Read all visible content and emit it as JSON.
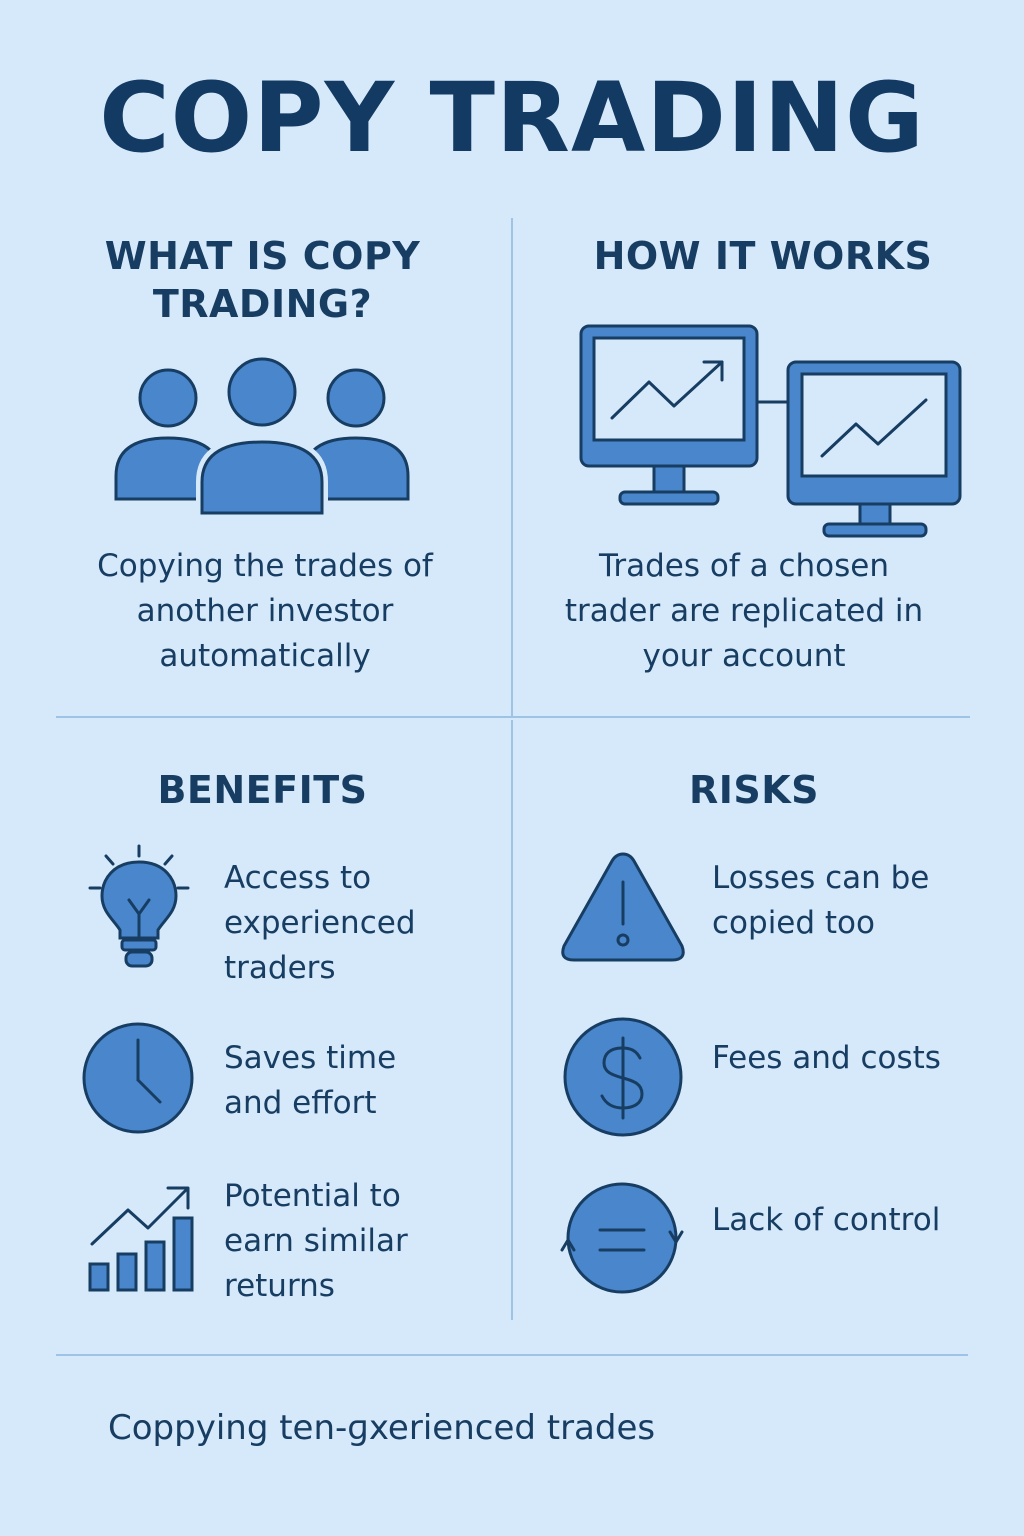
{
  "title": "COPY TRADING",
  "sections": {
    "what_is": {
      "heading": "WHAT IS COPY TRADING?",
      "description": "Copying the trades of another investor automatically",
      "icon": "people-group-icon"
    },
    "how_it_works": {
      "heading": "HOW IT WORKS",
      "description": "Trades of a chosen trader are replicated in your account",
      "icon": "monitors-copy-icon"
    },
    "benefits": {
      "heading": "BENEFITS",
      "items": [
        {
          "text": "Access to experienced traders",
          "icon": "lightbulb-icon"
        },
        {
          "text": "Saves time and effort",
          "icon": "clock-icon"
        },
        {
          "text": "Potential to earn similar returns",
          "icon": "growth-chart-icon"
        }
      ]
    },
    "risks": {
      "heading": "RISKS",
      "items": [
        {
          "text": "Losses can be copied too",
          "icon": "warning-icon"
        },
        {
          "text": "Fees and costs",
          "icon": "dollar-icon"
        },
        {
          "text": "Lack of control",
          "icon": "control-cycle-icon"
        }
      ]
    }
  },
  "footer": "Coppying ten‐ɡxerienced trades",
  "colors": {
    "background": "#d6e9fa",
    "text": "#173d62",
    "icon_fill": "#4a86cc",
    "divider": "#9fc3e4"
  }
}
